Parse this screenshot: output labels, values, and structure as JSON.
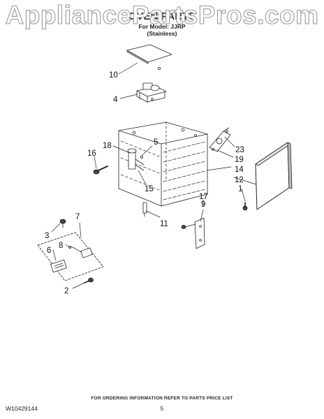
{
  "watermark": "AppliancePartsPros.com",
  "header": {
    "title": "OVEN PARTS",
    "subtitle": "For Model: JJRP",
    "finish": "(Stainless)"
  },
  "callouts": [
    "10",
    "4",
    "18",
    "5",
    "16",
    "15",
    "23",
    "19",
    "14",
    "12",
    "1",
    "17",
    "9",
    "11",
    "7",
    "3",
    "8",
    "6",
    "2"
  ],
  "footer": {
    "notice": "FOR ORDERING INFORMATION REFER TO PARTS PRICE LIST",
    "doc_number": "W10429144",
    "page": "5"
  }
}
